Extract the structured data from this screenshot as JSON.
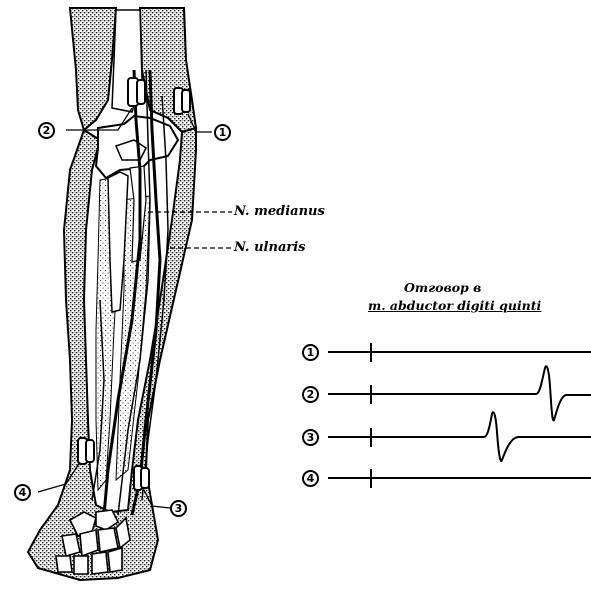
{
  "nerve_labels": {
    "medianus": "N. medianus",
    "ulnaris": "N. ulnaris"
  },
  "response_title": {
    "line1": "Отговор в",
    "line2": "m. abductor digiti quinti"
  },
  "stimulation_points": [
    "1",
    "2",
    "3",
    "4"
  ],
  "traces": [
    {
      "id": "1",
      "response": "none"
    },
    {
      "id": "2",
      "response": "late biphasic"
    },
    {
      "id": "3",
      "response": "early biphasic"
    },
    {
      "id": "4",
      "response": "none"
    }
  ],
  "colors": {
    "ink": "#000000",
    "paper": "#ffffff",
    "stipple": "#555555"
  }
}
